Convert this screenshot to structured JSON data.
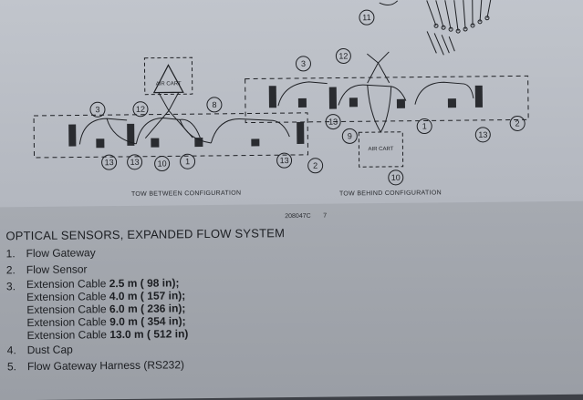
{
  "diagram": {
    "callouts": [
      "11",
      "3",
      "12",
      "8",
      "13",
      "13",
      "10",
      "1",
      "13",
      "2",
      "3",
      "12",
      "13",
      "1",
      "9",
      "10",
      "13",
      "2"
    ],
    "air_cart_label": "AIR CART",
    "left_caption": "TOW BETWEEN CONFIGURATION",
    "right_caption": "TOW BEHIND CONFIGURATION",
    "figure_code": "208047C",
    "figure_number": "7"
  },
  "section": {
    "heading": "OPTICAL SENSORS, EXPANDED FLOW SYSTEM",
    "items": [
      {
        "num": "1.",
        "label": "Flow Gateway"
      },
      {
        "num": "2.",
        "label": "Flow Sensor"
      },
      {
        "num": "3.",
        "label": "Extension Cable",
        "sizes": [
          {
            "metric": "2.5 m",
            "imperial": "( 98 in);"
          },
          {
            "metric": "4.0 m",
            "imperial": "( 157 in);"
          },
          {
            "metric": "6.0 m",
            "imperial": "( 236 in);"
          },
          {
            "metric": "9.0 m",
            "imperial": "( 354 in);"
          },
          {
            "metric": "13.0 m",
            "imperial": "( 512 in)"
          }
        ]
      },
      {
        "num": "4.",
        "label": "Dust Cap"
      },
      {
        "num": "5.",
        "label": "Flow Gateway Harness (RS232)"
      }
    ]
  }
}
